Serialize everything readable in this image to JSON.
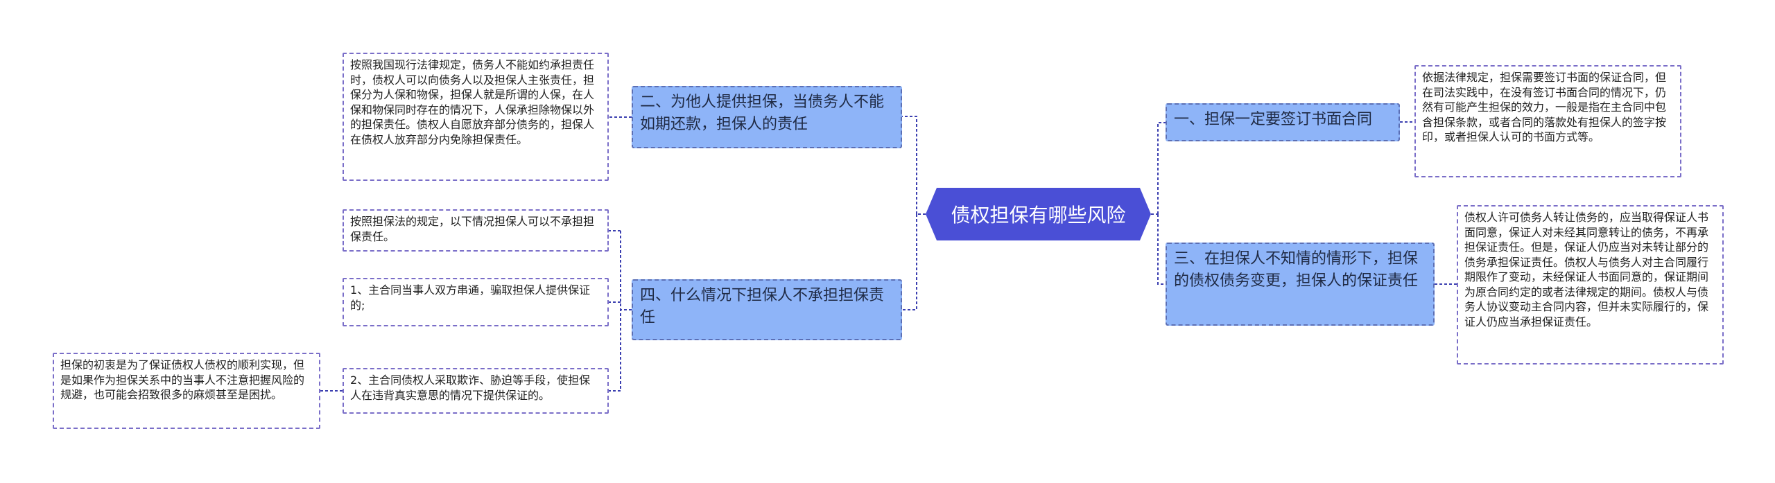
{
  "mindmap": {
    "root": {
      "label": "债权担保有哪些风险"
    },
    "topics": {
      "t1": {
        "label": "一、担保一定要签订书面合同",
        "detail": "依据法律规定，担保需要签订书面的保证合同，但在司法实践中，在没有签订书面合同的情况下，仍然有可能产生担保的效力，一般是指在主合同中包含担保条款，或者合同的落款处有担保人的签字按印，或者担保人认可的书面方式等。"
      },
      "t2": {
        "label": "二、为他人提供担保，当债务人不能如期还款，担保人的责任",
        "detail": "按照我国现行法律规定，债务人不能如约承担责任时，债权人可以向债务人以及担保人主张责任，担保分为人保和物保，担保人就是所谓的人保，在人保和物保同时存在的情况下，人保承担除物保以外的担保责任。债权人自愿放弃部分债务的，担保人在债权人放弃部分内免除担保责任。"
      },
      "t3": {
        "label": "三、在担保人不知情的情形下，担保的债权债务变更，担保人的保证责任",
        "detail": "债权人许可债务人转让债务的，应当取得保证人书面同意，保证人对未经其同意转让的债务，不再承担保证责任。但是，保证人仍应当对未转让部分的债务承担保证责任。债权人与债务人对主合同履行期限作了变动，未经保证人书面同意的，保证期间为原合同约定的或者法律规定的期间。债权人与债务人协议变动主合同内容，但并未实际履行的，保证人仍应当承担保证责任。"
      },
      "t4": {
        "label": "四、什么情况下担保人不承担担保责任",
        "details": [
          "按照担保法的规定，以下情况担保人可以不承担担保责任。",
          "1、主合同当事人双方串通，骗取担保人提供保证的;",
          "2、主合同债权人采取欺诈、胁迫等手段，使担保人在违背真实意思的情况下提供保证的。"
        ],
        "note": "担保的初衷是为了保证债权人债权的顺利实现，但是如果作为担保关系中的当事人不注意把握风险的规避，也可能会招致很多的麻烦甚至是困扰。"
      }
    }
  },
  "colors": {
    "root_fill": "#4a4fd6",
    "topic_fill": "#8eb4f8",
    "topic_border": "#5b6fb5",
    "detail_border": "#7a6ec8",
    "connector": "#3b3fb0"
  }
}
